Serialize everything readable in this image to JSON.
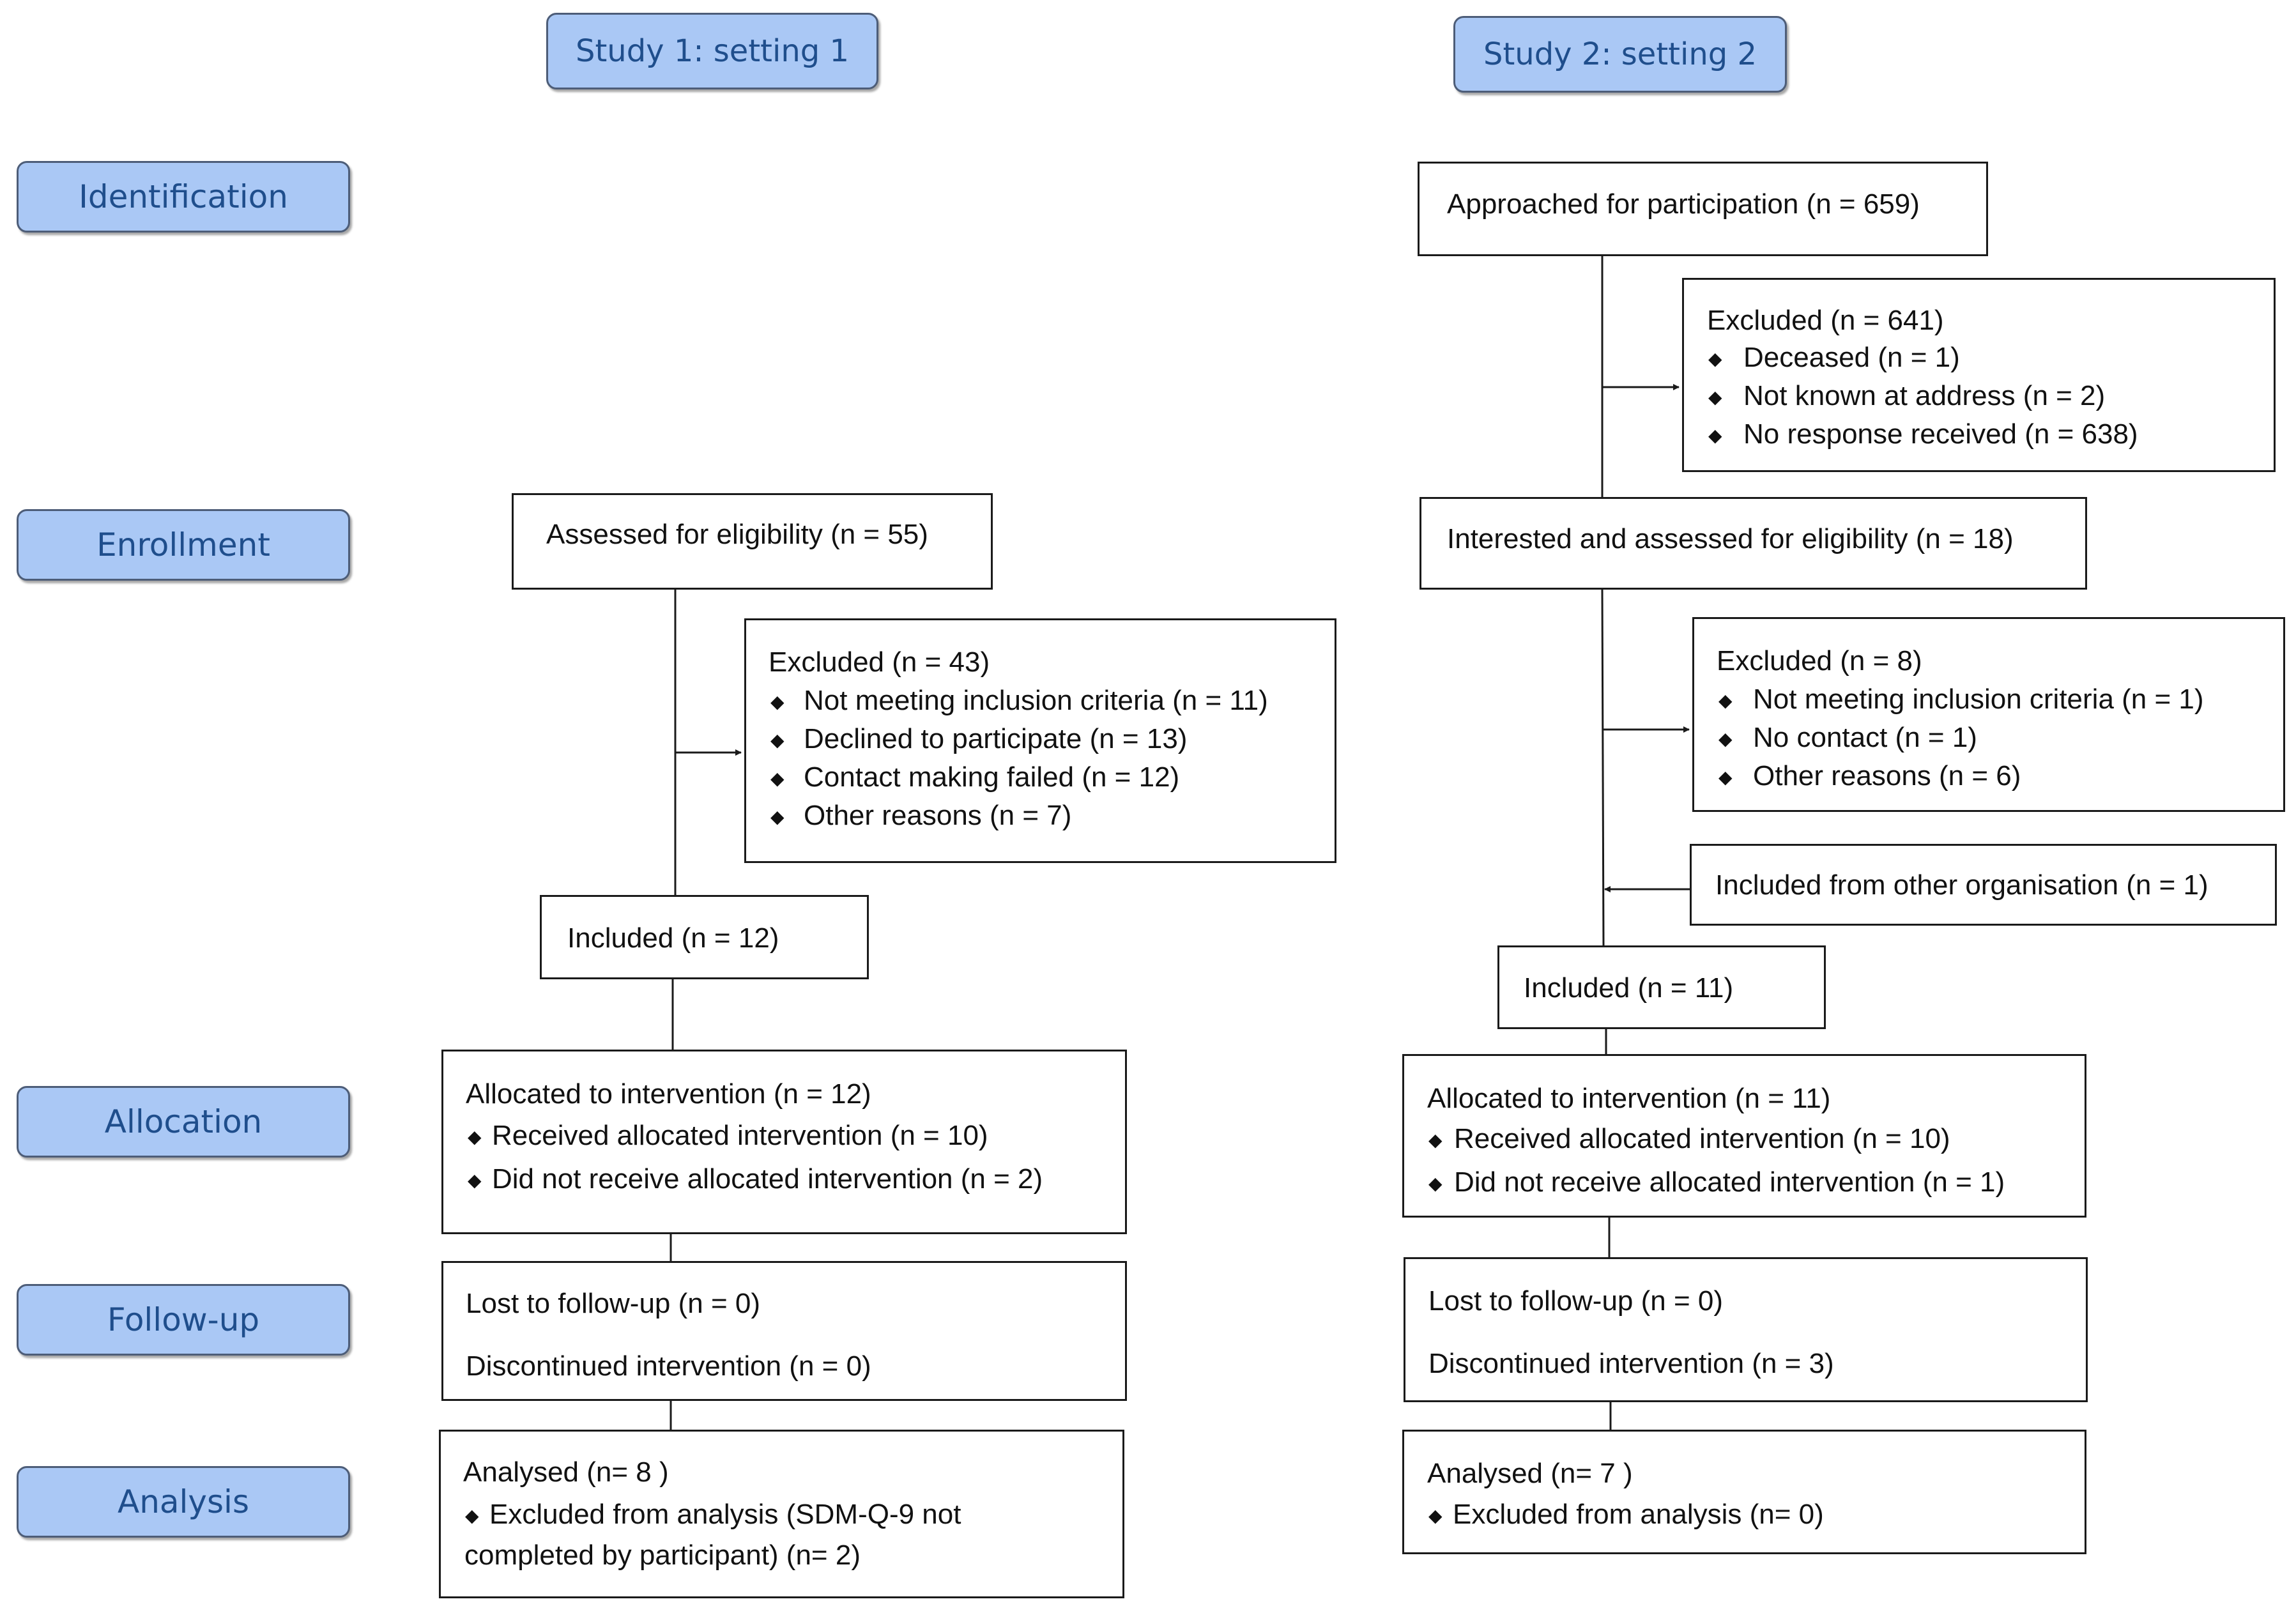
{
  "studies": {
    "left": "Study 1: setting 1",
    "right": "Study 2: setting 2"
  },
  "phases": {
    "identification": "Identification",
    "enrollment": "Enrollment",
    "allocation": "Allocation",
    "follow_up": "Follow-up",
    "analysis": "Analysis"
  },
  "study1": {
    "assessed": "Assessed for eligibility (n = 55)",
    "excluded": {
      "title": "Excluded  (n = 43)",
      "items": [
        "Not meeting inclusion criteria (n = 11)",
        "Declined to participate (n = 13)",
        "Contact making failed (n = 12)",
        "Other reasons (n = 7)"
      ]
    },
    "included": "Included (n = 12)",
    "allocation": {
      "title": "Allocated to intervention (n = 12)",
      "items": [
        "Received allocated intervention (n = 10)",
        "Did not receive allocated intervention (n = 2)"
      ]
    },
    "follow_up": {
      "lost": "Lost to follow-up (n = 0)",
      "discontinued": "Discontinued intervention (n = 0)"
    },
    "analysis": {
      "title": "Analysed  (n= 8 )",
      "item_line1": "Excluded from analysis (SDM-Q-9 not",
      "item_line2": "completed by participant) (n= 2)"
    }
  },
  "study2": {
    "approached": "Approached for participation (n = 659)",
    "excluded_identification": {
      "title": "Excluded  (n = 641)",
      "items": [
        "Deceased (n = 1)",
        "Not known at address (n = 2)",
        "No response received (n = 638)"
      ]
    },
    "assessed": "Interested and assessed for eligibility (n = 18)",
    "excluded_enrollment": {
      "title": "Excluded  (n = 8)",
      "items": [
        "Not meeting inclusion criteria (n = 1)",
        "No contact (n = 1)",
        "Other reasons (n = 6)"
      ]
    },
    "other_org": "Included from other organisation (n = 1)",
    "included": "Included (n = 11)",
    "allocation": {
      "title": "Allocated to intervention (n = 11)",
      "items": [
        "Received allocated intervention (n = 10)",
        "Did not receive allocated intervention (n = 1)"
      ]
    },
    "follow_up": {
      "lost": "Lost to follow-up (n = 0)",
      "discontinued": "Discontinued intervention (n = 3)"
    },
    "analysis": {
      "title": "Analysed  (n= 7 )",
      "items": [
        "Excluded from analysis (n= 0)"
      ]
    }
  },
  "bullet_glyph": "◆"
}
